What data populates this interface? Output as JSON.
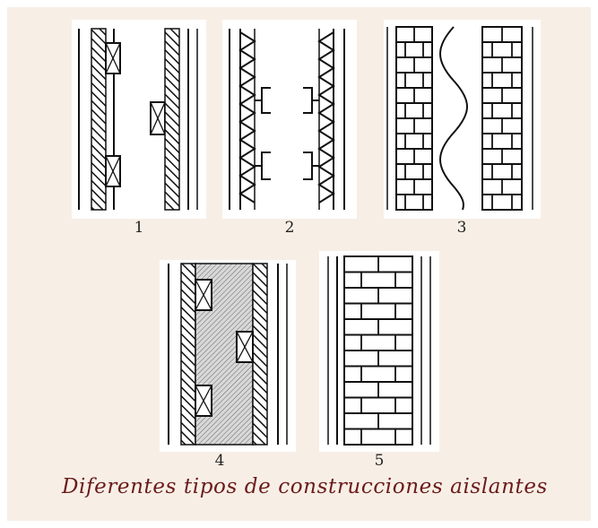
{
  "figures": [
    {
      "number": "1"
    },
    {
      "number": "2"
    },
    {
      "number": "3"
    },
    {
      "number": "4"
    },
    {
      "number": "5"
    }
  ],
  "caption": "Diferentes tipos de construcciones aislantes",
  "colors": {
    "background": "#f7efe6",
    "panel": "#ffffff",
    "ink": "#1a1a1a",
    "caption": "#6b1a1a"
  }
}
